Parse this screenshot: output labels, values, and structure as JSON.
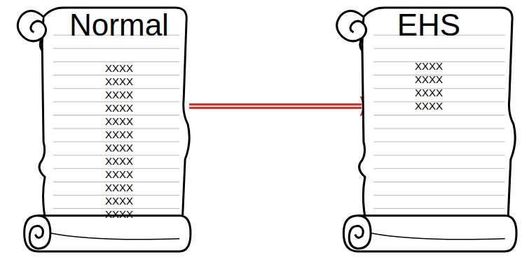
{
  "diagram": {
    "nodes": [
      {
        "text": [
          "Normal",
          "XXXX XXXX XXXX XXXX XXXX XXXX XXXX XXXX XXXX XXXX XXXX XXXX"
        ]
      },
      {
        "text": [
          "EHS",
          "XXXX XXXX XXXX XXXX"
        ]
      }
    ],
    "edges": [
      {
        "from": 0,
        "to": 1,
        "arrow": "to"
      }
    ]
  }
}
